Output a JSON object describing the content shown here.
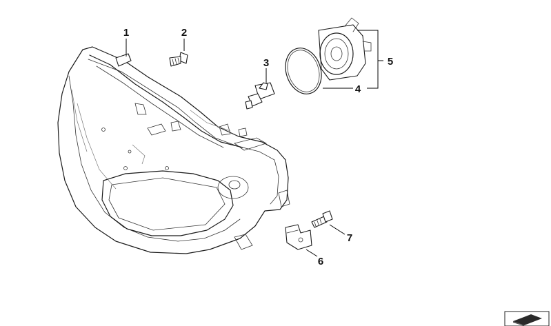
{
  "diagram": {
    "callouts": [
      {
        "id": "callout-1",
        "label": "1"
      },
      {
        "id": "callout-2",
        "label": "2"
      },
      {
        "id": "callout-3",
        "label": "3"
      },
      {
        "id": "callout-4",
        "label": "4"
      },
      {
        "id": "callout-5",
        "label": "5"
      },
      {
        "id": "callout-6",
        "label": "6"
      },
      {
        "id": "callout-7",
        "label": "7"
      }
    ]
  }
}
